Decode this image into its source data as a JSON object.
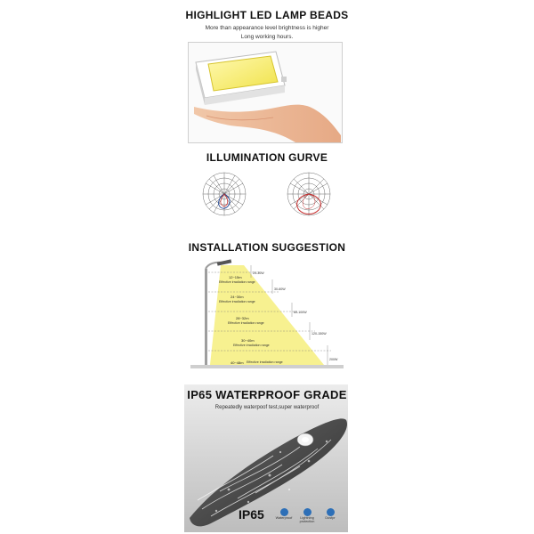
{
  "section_highlight": {
    "title": "HIGHLIGHT LED LAMP BEADS",
    "line1": "More than appearance level brightness is higher",
    "line2": "Long working hours."
  },
  "section_curve": {
    "title": "ILLUMINATION GURVE"
  },
  "section_install": {
    "title": "INSTALLATION SUGGESTION",
    "heights": [
      "20-30W",
      "30-60W",
      "60-100W",
      "120-150W",
      "200W"
    ],
    "spacings": [
      "12~15m",
      "24~30m",
      "28~32m",
      "30~40m",
      "40~48m"
    ],
    "range_label": "Effective irradiation range"
  },
  "section_ip65": {
    "title": "IP65 WATERPROOF GRADE",
    "subtitle": "Repeatedly waterpoof test,super waterproof",
    "ip_mark": "IP65",
    "badges": [
      "Waterproof",
      "Lightning protection",
      "Dustpr"
    ]
  },
  "colors": {
    "light_yellow": "#f7f08a",
    "badge_blue": "#2d6fb7",
    "curve_red": "#c62828"
  }
}
